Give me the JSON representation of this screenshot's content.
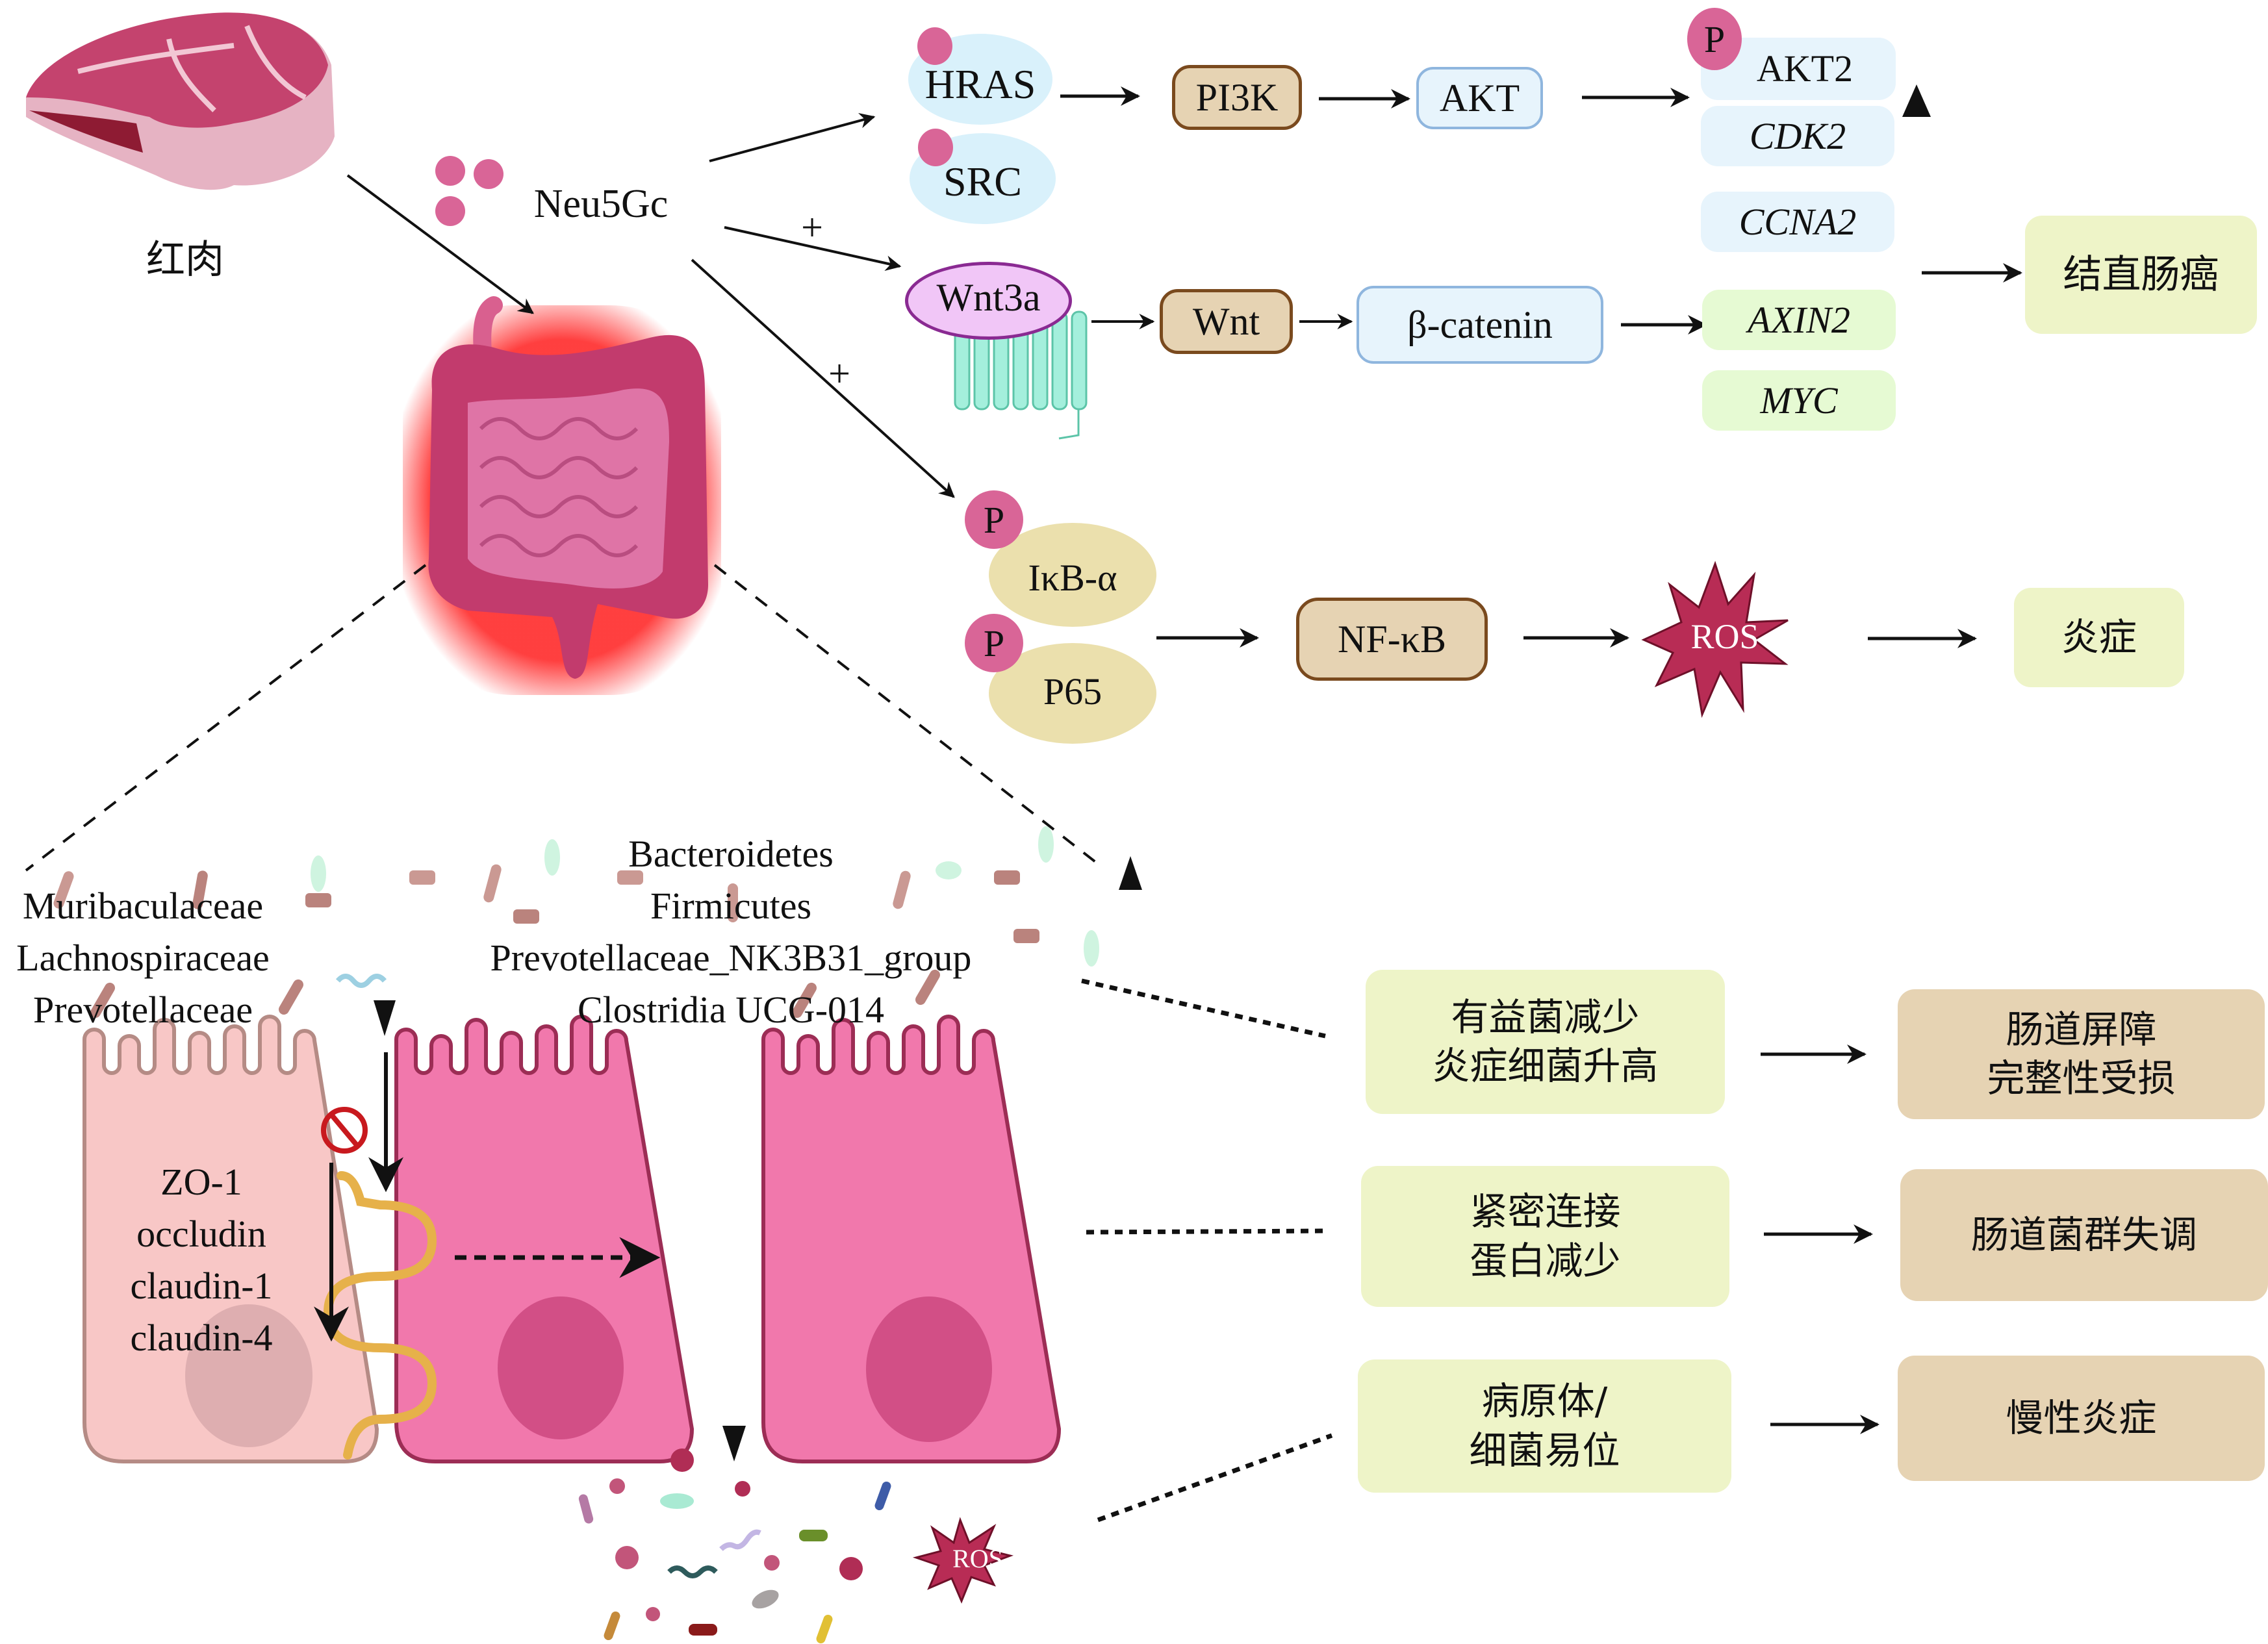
{
  "source": {
    "food_label": "红肉",
    "compound": "Neu5Gc"
  },
  "pi3k_pathway": {
    "receptors": [
      "HRAS",
      "SRC"
    ],
    "steps": [
      "PI3K",
      "AKT"
    ],
    "targets": [
      "AKT2",
      "CDK2",
      "CCNA2"
    ],
    "phospho_label": "P"
  },
  "wnt_pathway": {
    "sign": "+",
    "ligand": "Wnt3a",
    "steps": [
      "Wnt",
      "β-catenin"
    ],
    "targets": [
      "AXIN2",
      "MYC"
    ]
  },
  "outcome_cancer": "结直肠癌",
  "nfkb_pathway": {
    "sign": "+",
    "phospho_label": "P",
    "proteins": [
      "IκB-α",
      "P65"
    ],
    "step": "NF-κB",
    "ros": "ROS",
    "outcome": "炎症"
  },
  "microbiota": {
    "decreased": [
      "Muribaculaceae",
      "Lachnospiraceae",
      "Prevotellaceae"
    ],
    "increased": [
      "Bacteroidetes",
      "Firmicutes",
      "Prevotellaceae_NK3B31_group",
      "Clostridia UCG-014"
    ]
  },
  "tight_junction": {
    "proteins": [
      "ZO-1",
      "occludin",
      "claudin-1",
      "claudin-4"
    ]
  },
  "lumen_ros": "ROS",
  "effects": [
    {
      "cause": [
        "有益菌减少",
        "炎症细菌升高"
      ],
      "result": [
        "肠道屏障",
        "完整性受损"
      ]
    },
    {
      "cause": [
        "紧密连接",
        "蛋白减少"
      ],
      "result": [
        "肠道菌群失调"
      ]
    },
    {
      "cause": [
        "病原体/",
        "细菌易位"
      ],
      "result": [
        "慢性炎症"
      ]
    }
  ]
}
